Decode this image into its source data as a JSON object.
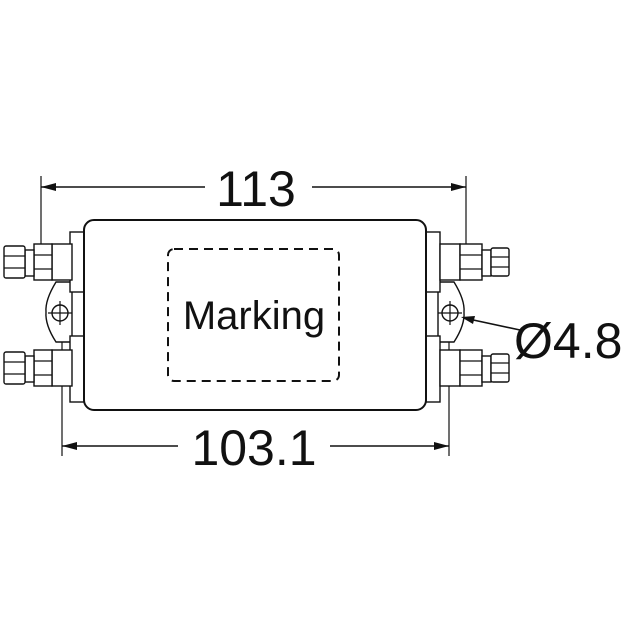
{
  "dimensions": {
    "overall_width": "113",
    "mounting_pitch": "103.1",
    "hole_diameter": "Ø4.8"
  },
  "labels": {
    "marking": "Marking"
  },
  "colors": {
    "line": "#111111",
    "background": "#ffffff"
  }
}
